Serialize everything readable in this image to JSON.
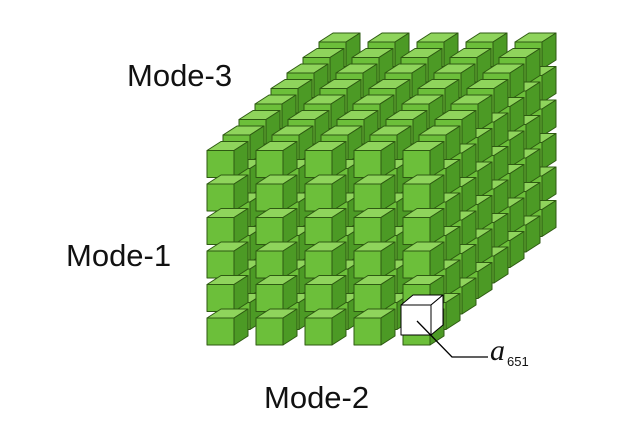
{
  "labels": {
    "mode_3": "Mode-3",
    "mode_1": "Mode-1",
    "mode_2": "Mode-2"
  },
  "highlight": {
    "symbol": "a",
    "subscript": "651",
    "mode1_index": 6,
    "mode2_index": 5,
    "mode3_index": 1
  },
  "tensor": {
    "mode1_size": 6,
    "mode2_size": 5,
    "mode3_size": 8
  },
  "colors": {
    "cube_front": "#6cbf3a",
    "cube_top": "#8fd45c",
    "cube_side": "#4c9a25",
    "cube_edge": "#2e5a12",
    "highlight_face": "#ffffff",
    "highlight_edge": "#000000",
    "leader_line": "#000000"
  }
}
